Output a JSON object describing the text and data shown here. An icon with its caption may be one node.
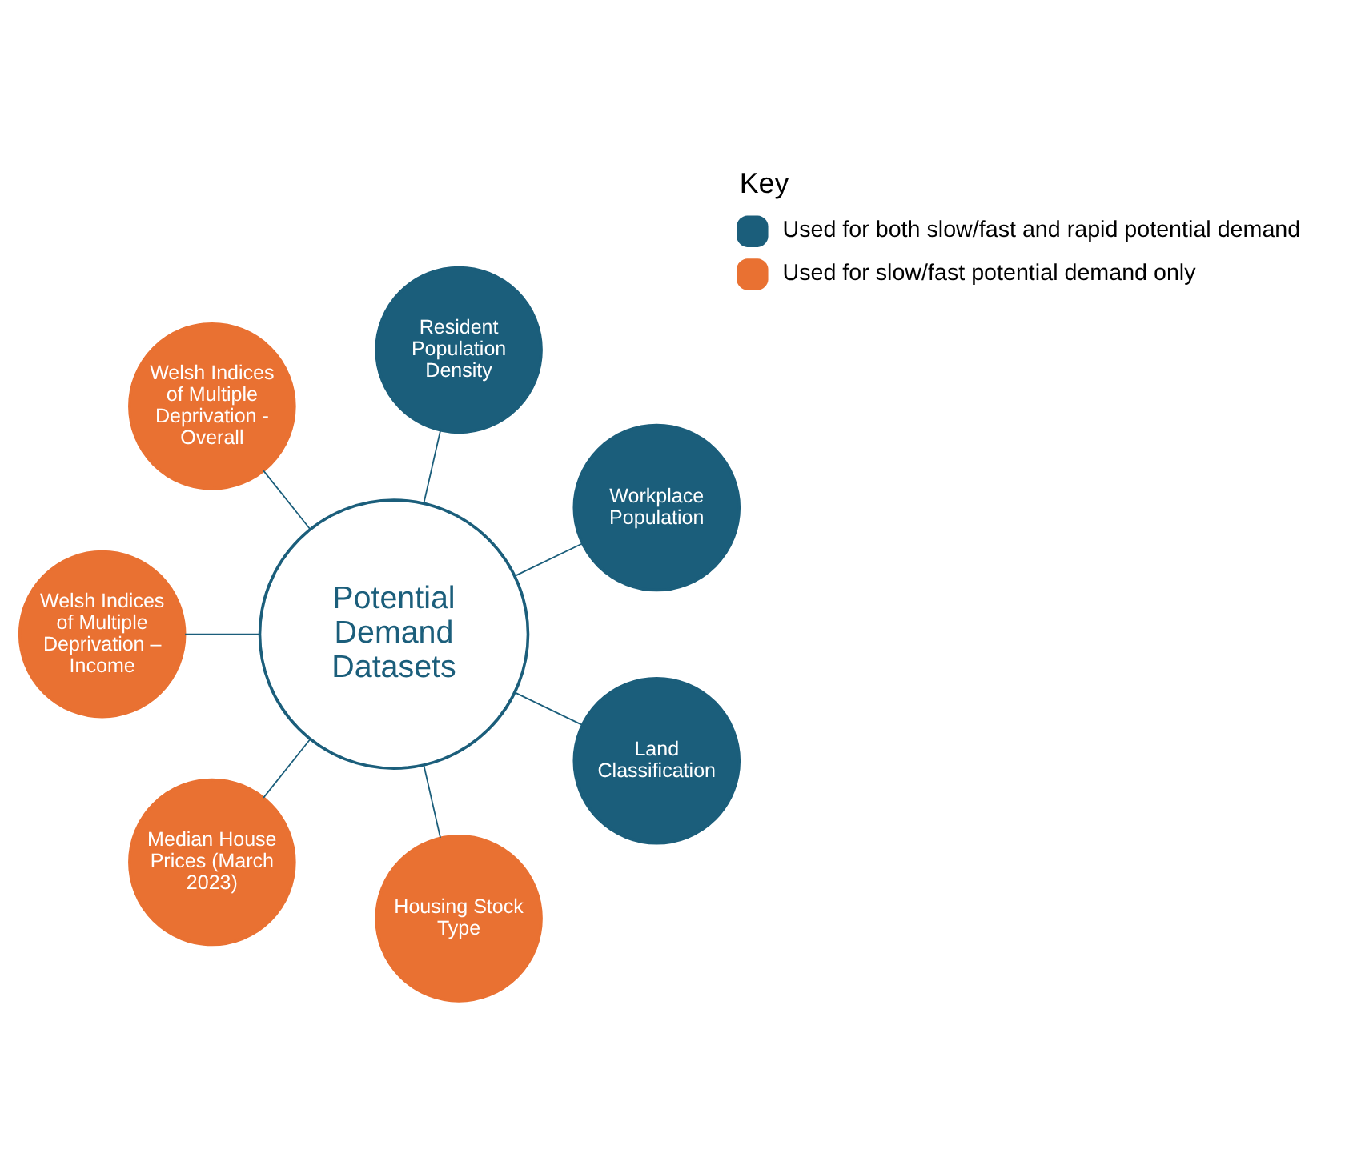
{
  "diagram": {
    "nodes": [
      {
        "text": [
          "Potential Demand Datasets"
        ]
      },
      {
        "text": [
          "Workplace Population"
        ]
      },
      {
        "text": [
          "Resident Population Density"
        ]
      },
      {
        "text": [
          "Welsh Indices of Multiple Deprivation - Overall"
        ]
      },
      {
        "text": [
          "Welsh Indices of Multiple Deprivation – Income"
        ]
      },
      {
        "text": [
          "Median House Prices (March 2023)"
        ]
      },
      {
        "text": [
          "Housing Stock Type"
        ]
      },
      {
        "text": [
          "Land Classification"
        ]
      }
    ],
    "edges": [
      {
        "from": 0,
        "to": 1,
        "arrow": "none"
      },
      {
        "from": 0,
        "to": 2,
        "arrow": "none"
      },
      {
        "from": 0,
        "to": 3,
        "arrow": "none"
      },
      {
        "from": 0,
        "to": 4,
        "arrow": "none"
      },
      {
        "from": 0,
        "to": 5,
        "arrow": "none"
      },
      {
        "from": 0,
        "to": 6,
        "arrow": "none"
      },
      {
        "from": 0,
        "to": 7,
        "arrow": "none"
      }
    ],
    "labels": [
      "Key"
    ],
    "legend": [
      {
        "text": "Used for both slow/fast and rapid potential demand",
        "color": "#1b5e7b"
      },
      {
        "text": "Used for slow/fast potential demand only",
        "color": "#e97132"
      }
    ]
  }
}
